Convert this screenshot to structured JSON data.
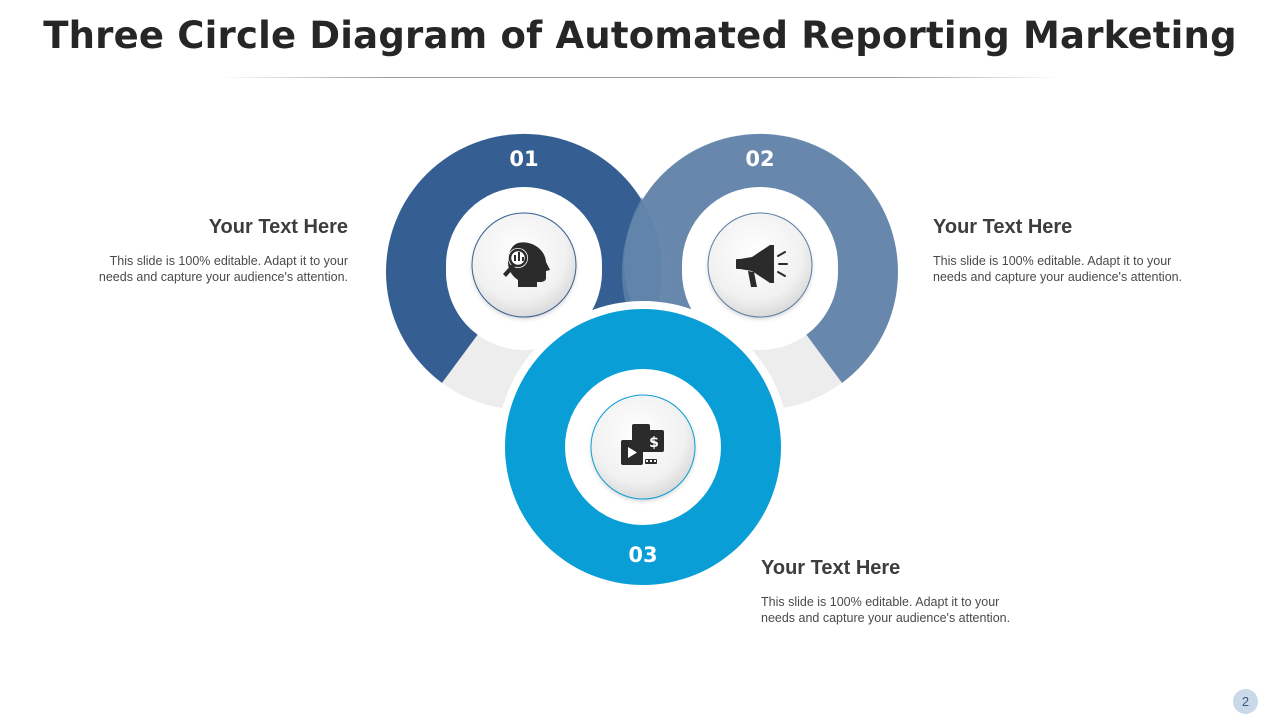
{
  "title": "Three Circle Diagram of Automated Reporting Marketing",
  "colors": {
    "circle_1": "#355f92",
    "circle_2": "#5b7ea6",
    "circle_3": "#0a9ed6",
    "gap_gray": "#ededed"
  },
  "circles": [
    {
      "number": "01",
      "icon": "head-magnifier-icon"
    },
    {
      "number": "02",
      "icon": "megaphone-icon"
    },
    {
      "number": "03",
      "icon": "digital-payment-icon"
    }
  ],
  "text_blocks": [
    {
      "heading": "Your  Text Here",
      "body": "This slide is 100% editable. Adapt it to your needs and capture your audience's attention."
    },
    {
      "heading": "Your  Text Here",
      "body": "This slide is 100% editable. Adapt it to your needs and capture your audience's attention."
    },
    {
      "heading": "Your  Text Here",
      "body": "This slide is 100% editable. Adapt it to your needs and capture your audience's attention."
    }
  ],
  "page_number": "2"
}
